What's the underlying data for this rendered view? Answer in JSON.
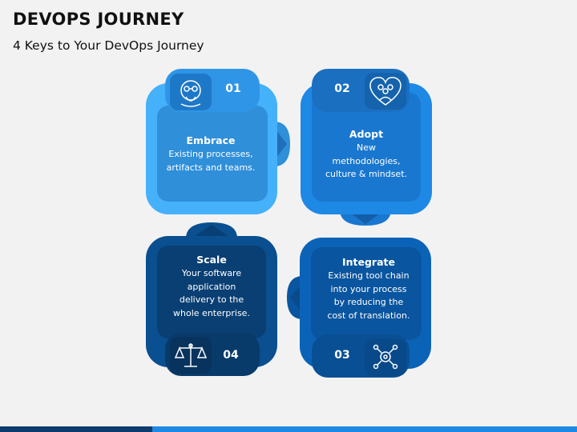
{
  "title": "DEVOPS JOURNEY",
  "subtitle": "4 Keys to Your DevOps Journey",
  "colors": {
    "embrace_outer": "#45b1fa",
    "embrace_inner": "#2f8fd9",
    "embrace_tab": "#2f95e6",
    "adopt_outer": "#1e88e5",
    "adopt_inner": "#1977cf",
    "adopt_tab": "#1a6fc0",
    "integrate_outer": "#0b63b8",
    "integrate_inner": "#0a559f",
    "integrate_tab": "#094f94",
    "scale_outer": "#0a4f8f",
    "scale_inner": "#093f73",
    "scale_tab": "#083a6a",
    "footer_dark": "#0d3b6e",
    "footer_light": "#1e88e5"
  },
  "steps": [
    {
      "number": "01",
      "heading": "Embrace",
      "lines": [
        "Existing processes,",
        "artifacts and teams."
      ],
      "icon": "person-with-glasses-icon"
    },
    {
      "number": "02",
      "heading": "Adopt",
      "lines": [
        "New",
        "methodologies,",
        "culture & mindset."
      ],
      "icon": "heart-people-icon"
    },
    {
      "number": "03",
      "heading": "Integrate",
      "lines": [
        "Existing tool chain",
        "into your process",
        "by reducing the",
        "cost of translation."
      ],
      "icon": "network-gears-icon"
    },
    {
      "number": "04",
      "heading": "Scale",
      "lines": [
        "Your software",
        "application",
        "delivery to the",
        "whole enterprise."
      ],
      "icon": "balance-scale-icon"
    }
  ]
}
